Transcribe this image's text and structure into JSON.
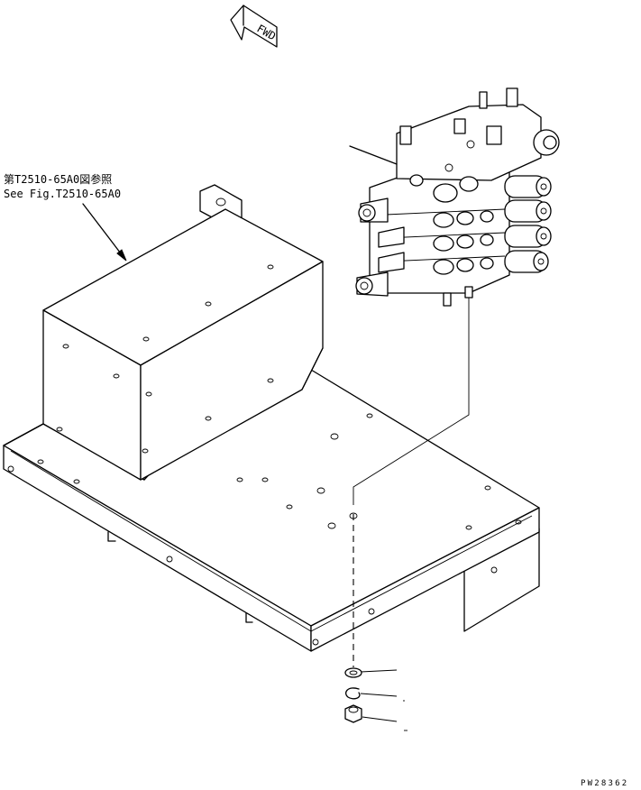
{
  "fwd_arrow": {
    "label": "FWD"
  },
  "reference_note": {
    "line_jp": "第T2510-65A0図参照",
    "line_en": "See Fig.T2510-65A0"
  },
  "drawing_code": "PW28362"
}
